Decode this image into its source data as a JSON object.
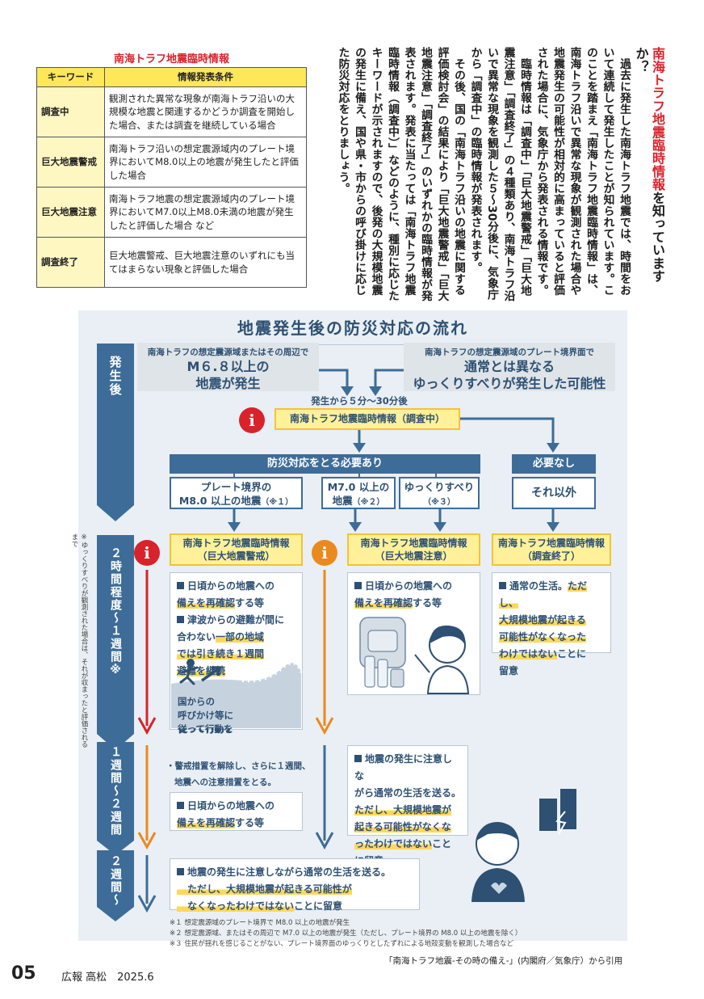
{
  "table": {
    "title": "南海トラフ地震臨時情報",
    "headers": [
      "キーワード",
      "情報発表条件"
    ],
    "rows": [
      {
        "keyword": "調査中",
        "condition": "観測された異常な現象が南海トラフ沿いの大規模な地震と関連するかどうか調査を開始した場合、または調査を継続している場合"
      },
      {
        "keyword": "巨大地震警戒",
        "condition": "南海トラフ沿いの想定震源域内のプレート境界においてM8.0以上の地震が発生したと評価した場合"
      },
      {
        "keyword": "巨大地震注意",
        "condition": "南海トラフ地震の想定震源域内のプレート境界においてM7.0以上M8.0未満の地震が発生したと評価した場合 など"
      },
      {
        "keyword": "調査終了",
        "condition": "巨大地震警戒、巨大地震注意のいずれにも当てはまらない現象と評価した場合"
      }
    ]
  },
  "article": {
    "heading_red": "南海トラフ地震臨時情報",
    "heading_rest": "を知っていますか？",
    "p1": "過去に発生した南海トラフ地震では、時間をおいて連続して発生したことが知られています。このことを踏まえ「南海トラフ地震臨時情報」は、南海トラフ沿いで異常な現象が観測された場合や地震発生の可能性が相対的に高まっていると評価された場合に、気象庁から発表される情報です。",
    "p2": "臨時情報は「調査中」「巨大地震警戒」「巨大地震注意」「調査終了」の４種類あり、南海トラフ沿いで異常な現象を観測した５～30分後に、気象庁から「調査中」の臨時情報が発表されます。",
    "p3": "その後、国の「南海トラフ沿いの地震に関する評価検討会」の結果により「巨大地震警戒」「巨大地震注意」「調査終了」のいずれかの臨時情報が発表されます。発表に当たっては「南海トラフ地震臨時情報（調査中）」などのように、種別に応じたキーワードが示されますので、後発の大規模地震の発生に備え、国や県・市からの呼び掛けに応じた防災対応をとりましょう。"
  },
  "flow": {
    "title": "地震発生後の防災対応の流れ",
    "phases": [
      "発生後",
      "２時間程度～１週間※",
      "１週間～２週間",
      "２週間～"
    ],
    "trigger_left": {
      "small": "南海トラフの想定震源域またはその周辺で",
      "big1": "M６.８以上の",
      "big2": "地震が発生"
    },
    "trigger_right": {
      "small": "南海トラフの想定震源域のプレート境界面で",
      "big1": "通常とは異なる",
      "big2": "ゆっくりすべりが発生した可能性"
    },
    "elapsed": "発生から５分～30分後",
    "investigating": "南海トラフ地震臨時情報（調査中）",
    "need_action": "防災対応をとる必要あり",
    "no_need": "必要なし",
    "case1": {
      "line1": "プレート境界の",
      "line2": "M8.0 以上の地震",
      "ref": "（※１）"
    },
    "case2": {
      "line1": "M7.0 以上の",
      "line2": "地震",
      "ref": "（※２）"
    },
    "case3": {
      "line1": "ゆっくりすべり",
      "ref": "（※３）"
    },
    "case4": "それ以外",
    "info_warning": {
      "line1": "南海トラフ地震臨時情報",
      "line2": "（巨大地震警戒）"
    },
    "info_caution": {
      "line1": "南海トラフ地震臨時情報",
      "line2": "（巨大地震注意）"
    },
    "info_end": {
      "line1": "南海トラフ地震臨時情報",
      "line2": "（調査終了）"
    },
    "warn_w1": {
      "a": "日頃からの地震への",
      "b": "備えを再確認",
      "c": "する等"
    },
    "warn_w2": {
      "a": "津波からの避難が間に",
      "b": "合わない",
      "c": "一部の地域",
      "d": "では引き続き１週間",
      "e": "避難を継続"
    },
    "warn_w3": {
      "a": "国からの",
      "b": "呼びかけ等に",
      "c": "従って行動を"
    },
    "caution_w1": {
      "a": "日頃からの地震への",
      "b": "備えを再確認",
      "c": "する等"
    },
    "end_w1": {
      "a": "通常の生活。",
      "b": "ただし、",
      "c": "大規模地震が起きる",
      "d": "可能性がなくなった",
      "e": "わけではない",
      "f": "ことに",
      "g": "留意"
    },
    "week2_note1": "・警戒措置を解除し、さらに１週間、",
    "week2_note2": "地震への注意措置をとる。",
    "week2_w": {
      "a": "日頃からの地震への",
      "b": "備えを再確認",
      "c": "する等"
    },
    "week2_c": {
      "a": "地震の発生に注意しな",
      "b": "がら通常の生活を送る。",
      "c": "ただし、大規模地震が",
      "d": "起きる可能性がなくな",
      "e": "ったわけではない",
      "f": "こと",
      "g": "に留意"
    },
    "week3": {
      "a": "地震の発生に注意しながら通常の生活を送る。",
      "b": "ただし、大規模地震が起きる可能性が",
      "c": "なくなったわけではない",
      "d": "ことに留意"
    },
    "notes": [
      "※１ 想定震源域のプレート境界で M8.0 以上の地震が発生",
      "※２ 想定震源域、またはその周辺で M7.0 以上の地震が発生（ただし、プレート境界の M8.0 以上の地震を除く）",
      "※３ 住民が揺れを感じることがない、プレート境界面のゆっくりとしたずれによる地殻変動を観測した場合など"
    ],
    "side_note": "※ゆっくりすべりが観測された場合は、それが収まったと評価されるまで",
    "info_icon": "i",
    "colors": {
      "dark_blue": "#2d5073",
      "mid_blue": "#3d6c98",
      "yellow": "#fff199",
      "red": "#d8232a",
      "orange": "#ea8a1e"
    }
  },
  "footer": {
    "page": "05",
    "pub": "広報 高松　2025.6",
    "cite": "「南海トラフ地震-その時の備え-」(内閣府／気象庁）から引用"
  }
}
